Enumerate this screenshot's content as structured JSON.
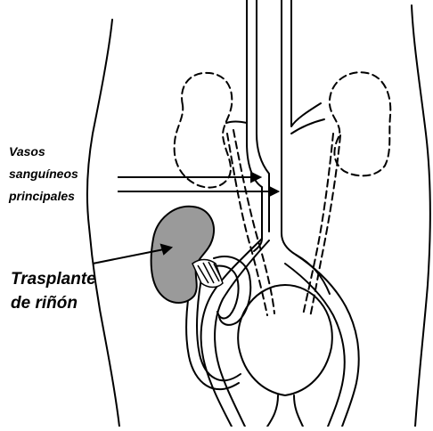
{
  "labels": {
    "blood_vessels": [
      "Vasos",
      "sanguíneos",
      "principales"
    ],
    "kidney_transplant": [
      "Trasplante",
      "de riñón"
    ]
  },
  "colors": {
    "outline": "#000000",
    "transplant_kidney_fill": "#9a9a9a",
    "background": "#ffffff"
  }
}
